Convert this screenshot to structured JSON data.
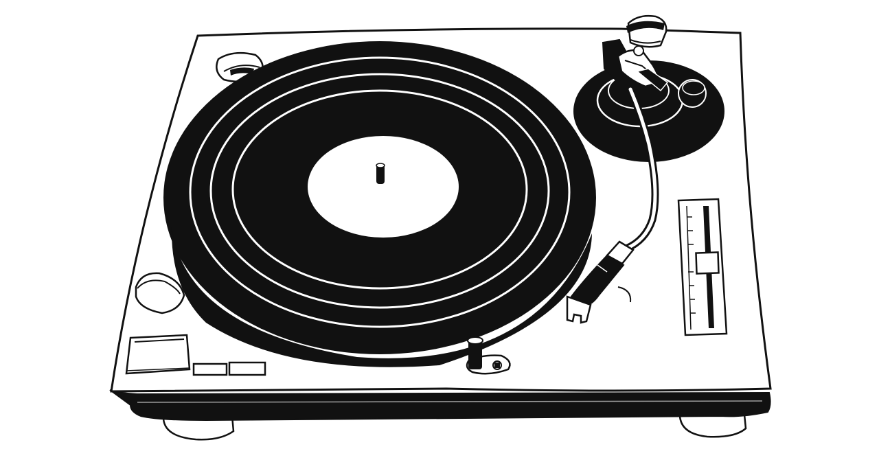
{
  "illustration": {
    "subject": "turntable",
    "style": "black-and-white line drawing",
    "colors": {
      "ink": "#111111",
      "paper": "#ffffff",
      "label": "#ffffff"
    },
    "parts": [
      "turntable-plinth",
      "vinyl-record",
      "record-label",
      "center-spindle",
      "tonearm",
      "headshell",
      "counterweight",
      "pitch-slider",
      "start-stop-button",
      "speed-buttons",
      "power-knob",
      "strobe-light",
      "target-light",
      "feet"
    ]
  }
}
